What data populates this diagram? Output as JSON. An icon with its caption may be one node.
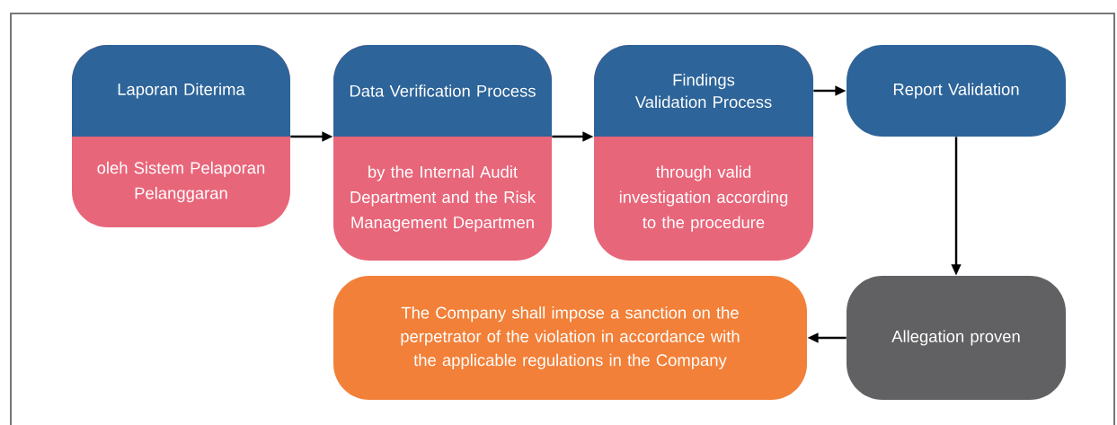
{
  "diagram": {
    "nodes": [
      {
        "text": [
          "Laporan Diterima",
          "oleh Sistem Pelaporan Pelanggaran"
        ]
      },
      {
        "text": [
          "Data Verification Process",
          "by the Internal Audit Department and the Risk Management Departmen"
        ]
      },
      {
        "text": [
          "Findings Validation Process",
          "through valid investigation according to the procedure"
        ]
      },
      {
        "text": [
          "Report Validation"
        ]
      },
      {
        "text": [
          "Allegation proven"
        ]
      },
      {
        "text": [
          "The Company shall impose a sanction on the perpetrator of the violation in accordance with the applicable regulations in the Company"
        ]
      }
    ],
    "edges": [
      {
        "from": 0,
        "to": 1,
        "arrow": "to"
      },
      {
        "from": 1,
        "to": 2,
        "arrow": "to"
      },
      {
        "from": 2,
        "to": 3,
        "arrow": "to"
      },
      {
        "from": 3,
        "to": 4,
        "arrow": "to"
      },
      {
        "from": 4,
        "to": 5,
        "arrow": "to"
      }
    ]
  }
}
